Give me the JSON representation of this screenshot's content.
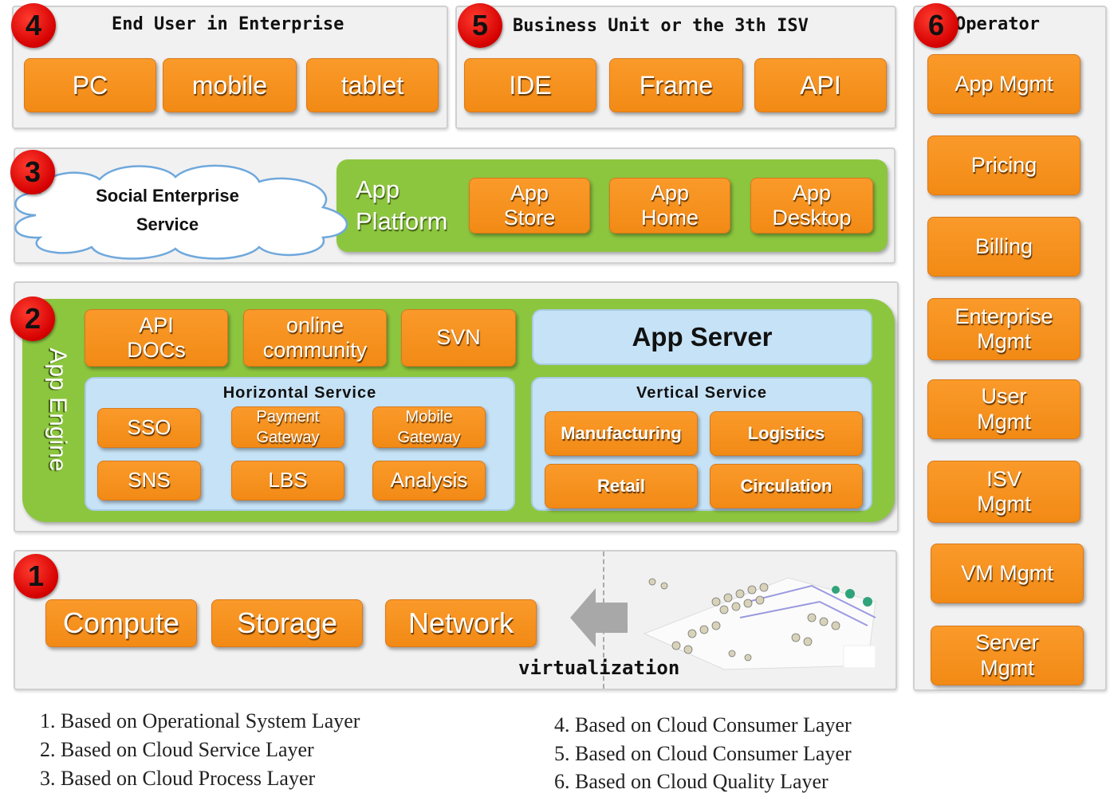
{
  "colors": {
    "button": "#f7921e",
    "platform": "#8cc63f",
    "service_panel": "#c6e2f6",
    "badge": "#e00000",
    "panel": "#f1f1f1"
  },
  "layer4": {
    "badge": "4",
    "title": "End User in Enterprise",
    "buttons": [
      "PC",
      "mobile",
      "tablet"
    ]
  },
  "layer5": {
    "badge": "5",
    "title": "Business Unit or the 3th ISV",
    "buttons": [
      "IDE",
      "Frame",
      "API"
    ]
  },
  "layer6": {
    "badge": "6",
    "title": "Operator",
    "buttons": [
      "App Mgmt",
      "Pricing",
      "Billing",
      "Enterprise Mgmt",
      "User Mgmt",
      "ISV Mgmt",
      "VM Mgmt",
      "Server Mgmt"
    ]
  },
  "layer3": {
    "badge": "3",
    "cloud_label": "Social Enterprise Service",
    "platform_label": "App Platform",
    "buttons": [
      "App Store",
      "App Home",
      "App Desktop"
    ]
  },
  "layer2": {
    "badge": "2",
    "engine_label": "App Engine",
    "top_buttons": [
      "API DOCs",
      "online community",
      "SVN"
    ],
    "app_server": "App Server",
    "horizontal": {
      "title": "Horizontal Service",
      "buttons": [
        "SSO",
        "Payment Gateway",
        "Mobile Gateway",
        "SNS",
        "LBS",
        "Analysis"
      ]
    },
    "vertical": {
      "title": "Vertical Service",
      "buttons": [
        "Manufacturing",
        "Logistics",
        "Retail",
        "Circulation"
      ]
    }
  },
  "layer1": {
    "badge": "1",
    "buttons": [
      "Compute",
      "Storage",
      "Network"
    ],
    "virtualization_label": "virtualization"
  },
  "notes": [
    "1. Based on Operational System Layer",
    "2. Based on Cloud Service Layer",
    "3. Based on Cloud Process Layer",
    "4. Based on Cloud Consumer Layer",
    "5. Based on Cloud Consumer Layer",
    "6. Based on Cloud Quality Layer"
  ]
}
